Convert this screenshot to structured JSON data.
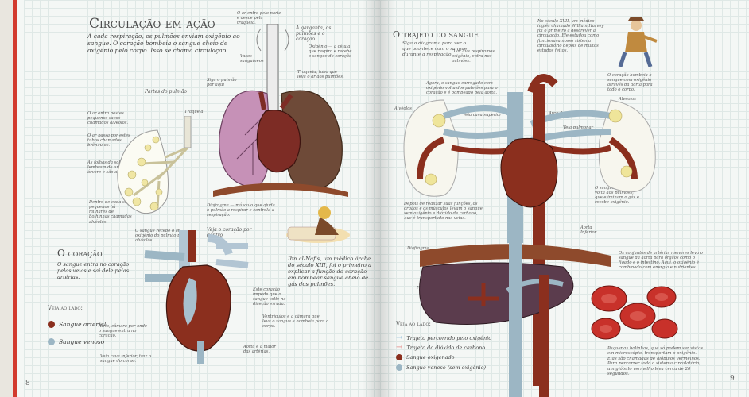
{
  "left": {
    "title": "Circulação em ação",
    "intro": "A cada respiração, os pulmões enviam oxigênio ao sangue. O coração bombeia o sangue cheio de oxigênio pelo corpo. Isso se chama circulação.",
    "lung_parts_heading": "Partes do pulmão",
    "lung_labels": {
      "air_sacs": "O ar entra nestes pequenos sacos chamados alvéolos.",
      "trachea": "Traqueia",
      "bronchi": "O ar passa por estes tubos chamados brônquios.",
      "airtree": "As folhas da sola lembram de uma árvore e são alvéolos.",
      "inner": "Dentro de cada saco pequenos há milhares de bolhinhas chamadas alvéolos.",
      "bottom": "O sangue recebe o ar oxigênio do pulmão pelos alvéolos."
    },
    "top_notes": {
      "trachea_top": "O ar entra pelo nariz e desce pela traqueia.",
      "throat": "A garganta, os pulmões e o coração",
      "heart_note": "Oxigênio — a célula que respira e recebe o sangue do coração",
      "tubes": "Traqueia, tubo que leva o ar aos pulmões.",
      "blood_vessels": "Vasos sanguíneos",
      "left_lung": "Siga o pulmão por aqui"
    },
    "diaphragm_label": "Diafragma — músculo que ajuda o pulmão a respirar e controla a respiração.",
    "heart_view": "Veja o coração por dentro",
    "heart_heading": "O coração",
    "heart_intro": "O sangue entra no coração pelas veias e sai dele pelas artérias.",
    "heart_labels": {
      "valves": "Este coração impede que o sangue volte na direção errada.",
      "ventricles": "Ventrículos e a câmara que leva o sangue e bombeia para o corpo.",
      "atria": "Átrio, câmara por onde o sangue entra no coração.",
      "vena_cava": "Veia cava inferior, traz o sangue do corpo.",
      "aorta": "Aorta é a maior das artérias."
    },
    "ibn_nafis": "Ibn al-Nafis, um médico árabe do século XIII, foi o primeiro a explicar a função do coração em bombear sangue cheio de gás dos pulmões.",
    "legend_title": "Veja ao lado:",
    "legend": [
      {
        "label": "Sangue arterial",
        "color": "#8b2f1e"
      },
      {
        "label": "Sangue venoso",
        "color": "#9cb6c4"
      }
    ],
    "page_number": "8"
  },
  "right": {
    "title": "O trajeto do sangue",
    "intro": "Siga o diagrama para ver o que acontece com o sangue durante a respiração.",
    "harvey": "No século XVII, um médico inglês chamado William Harvey foi o primeiro a descrever a circulação. Ele estudou como funcionava nosso sistema circulatório depois de muitos estudos feitos.",
    "steps": {
      "s1": "O ar que respiramos, oxigênio, entra nos pulmões.",
      "s2": "Agora, o sangue carregado com oxigênio volta dos pulmões para o coração e é bombeado pela aorta.",
      "s3": "O coração bombeia o sangue com oxigênio através da aorta para todo o corpo.",
      "s4": "Depois de realizar suas funções, os órgãos e os músculos levam o sangue sem oxigênio e dióxido de carbono, que é transportado nas veias.",
      "s5": "O sangue venoso volta aos pulmões, que eliminam o gás e recebe oxigênio.",
      "s6": "Os conjuntos de artérias menores leva o sangue da aorta para órgãos como o fígado e o intestino. Aqui, o oxigênio é combinado com energia e nutrientes."
    },
    "labels": {
      "alveolos_left": "Alvéolos",
      "alveolos_right": "Alvéolos",
      "pulmonary_vein": "Veia cava superior",
      "aorta_arch": "Arco da aorta",
      "pulmonary_vein_right": "Veia pulmonar",
      "aorta_lower": "Aorta Inferior",
      "diafragma": "Diafragma",
      "figado": "Fígado"
    },
    "blood_cells": "Pequenas bolinhas, que só podem ser vistas em microscópio, transportam o oxigênio. Elas são chamadas de glóbulos vermelhos. Para percorrer todo o sistema circulatório, um glóbulo vermelho leva cerca de 20 segundos.",
    "legend_title": "Veja ao lado:",
    "legend": [
      {
        "label": "Trajeto percorrido pelo oxigênio",
        "kind": "arrow",
        "color": "#7fb0d2"
      },
      {
        "label": "Trajeto do dióxido de carbono",
        "kind": "arrow",
        "color": "#e48a86"
      },
      {
        "label": "Sangue oxigenado",
        "kind": "dot",
        "color": "#8b2f1e"
      },
      {
        "label": "Sangue venoso (sem oxigênio)",
        "kind": "dot",
        "color": "#9cb6c4"
      }
    ],
    "page_number": "9"
  }
}
